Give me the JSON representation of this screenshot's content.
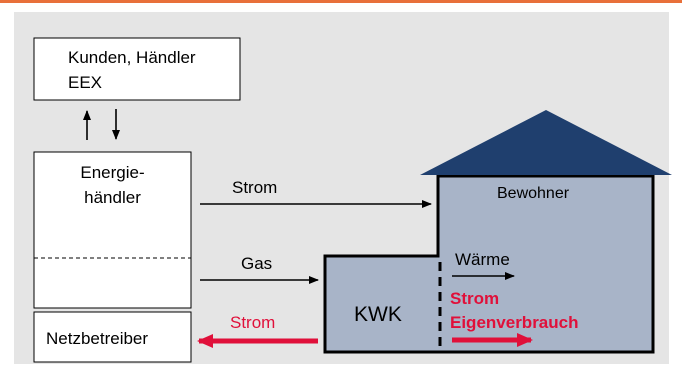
{
  "colors": {
    "top_bar": "#e8703a",
    "panel_bg": "#e5e5e5",
    "roof": "#1f3f6e",
    "house_fill": "#a8b4c8",
    "house_outline": "#000000",
    "accent_red": "#e0103a",
    "box_fill": "#ffffff"
  },
  "boxes": {
    "customers": {
      "line1": "Kunden, Händler",
      "line2": "EEX"
    },
    "trader": {
      "line1": "Energie-",
      "line2": "händler"
    },
    "grid_operator": {
      "label": "Netzbetreiber"
    }
  },
  "house": {
    "resident": "Bewohner",
    "chp": "KWK",
    "heat": "Wärme",
    "self_power_line1": "Strom",
    "self_power_line2": "Eigenverbrauch"
  },
  "flows": {
    "power_to_house": "Strom",
    "gas": "Gas",
    "power_to_grid": "Strom"
  }
}
